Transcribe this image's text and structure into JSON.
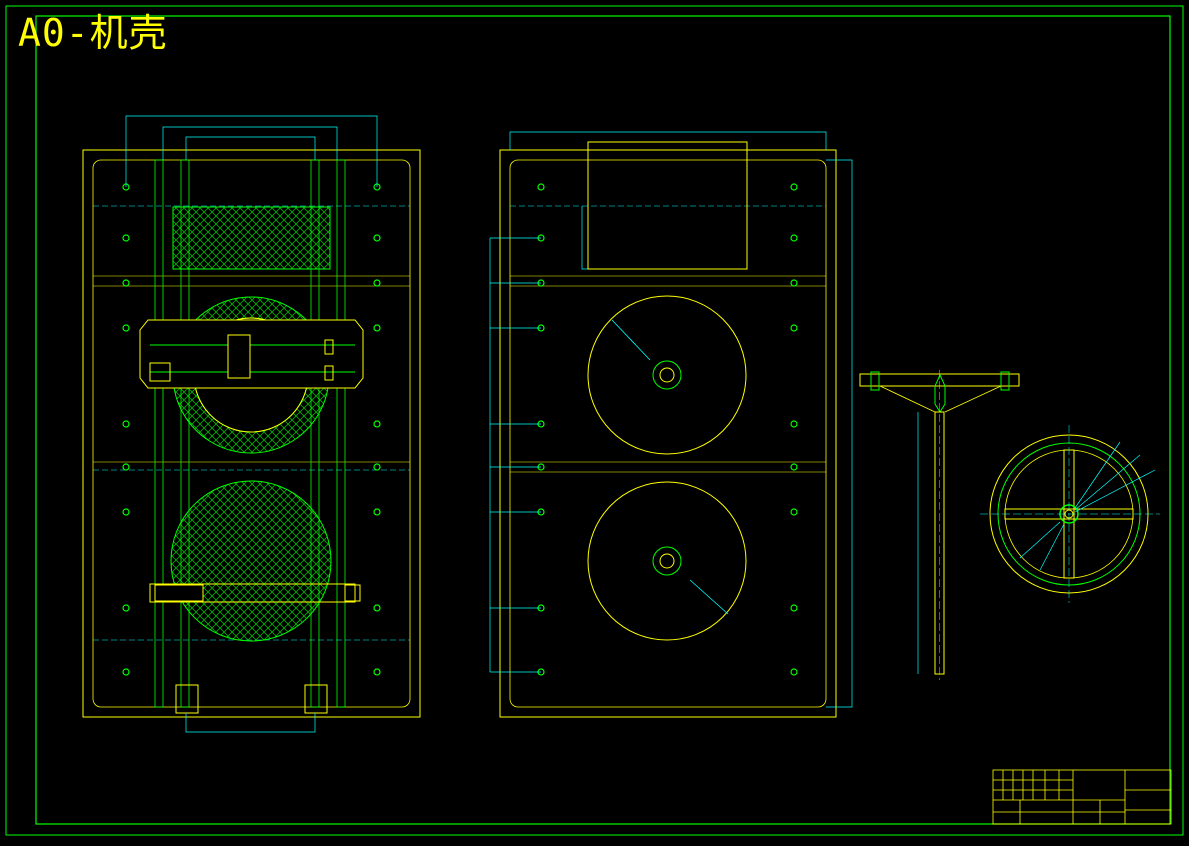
{
  "drawing": {
    "title": "A0-机壳"
  },
  "colors": {
    "background": "#000000",
    "frame": "#00ff00",
    "outline": "#ffff00",
    "dimension": "#00ffff",
    "hatch": "#00cc00",
    "title_text": "#ffff00"
  },
  "views": [
    {
      "name": "front-view"
    },
    {
      "name": "side-view"
    },
    {
      "name": "support-section-view"
    },
    {
      "name": "wheel-view"
    }
  ]
}
